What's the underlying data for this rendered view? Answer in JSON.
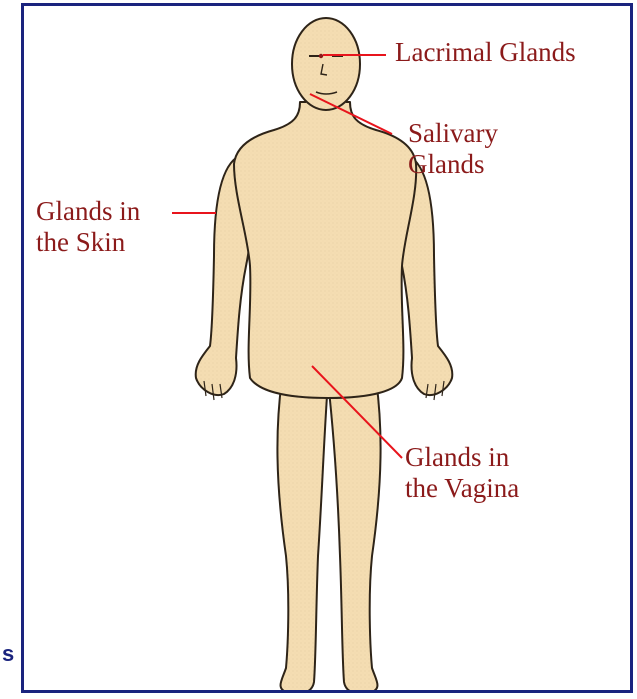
{
  "diagram": {
    "labels": {
      "lacrimal": "Lacrimal Glands",
      "salivary": "Salivary\nGlands",
      "skin": "Glands in\nthe Skin",
      "vagina": "Glands in\nthe Vagina"
    }
  },
  "edge_text": "s",
  "colors": {
    "label": "#8b1a1a",
    "leader": "#e8141c",
    "skin": "#f5deb3",
    "outline": "#2e2418",
    "frame": "#1a237e"
  },
  "icons": {
    "body_figure": "human-body-figure-icon"
  }
}
